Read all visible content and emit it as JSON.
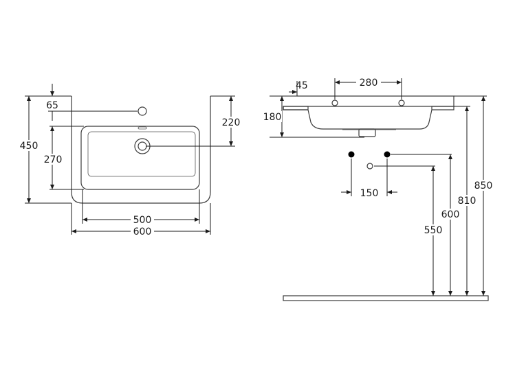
{
  "colors": {
    "line": "#1a1a1a",
    "outline": "#3a3a3a",
    "dot": "#000000",
    "background": "#ffffff"
  },
  "top_view": {
    "dimensions": {
      "width_overall": "600",
      "width_basin": "500",
      "depth_overall": "450",
      "depth_basin": "270",
      "tap_hole_offset": "65",
      "drain_offset": "220"
    }
  },
  "side_view": {
    "dimensions": {
      "bracket_spacing": "280",
      "rim_offset": "45",
      "basin_height": "180",
      "inlet_spacing": "150",
      "height_total": "850",
      "height_rim": "810",
      "height_inlets": "600",
      "height_drain": "550"
    }
  }
}
